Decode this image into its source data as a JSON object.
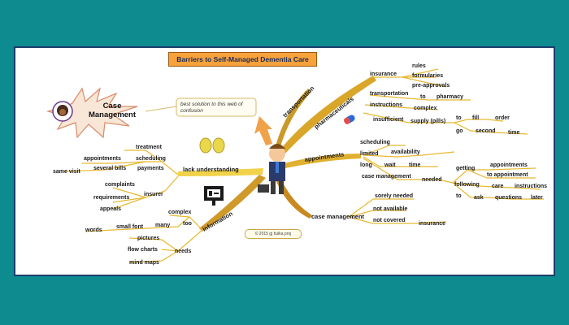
{
  "title": "Barriers to Self-Managed Dementia Care",
  "case_management_bubble": {
    "label": "Case Management",
    "callout": "best solution to this web of confusion"
  },
  "copyright": "© 2015 gj hulka proj",
  "branches": {
    "transportation": "transportation",
    "pharmaceuticals": "pharmaceuticals",
    "appointments": "appointments",
    "case_management": "case management",
    "information": "information",
    "lack_understanding": "lack understanding"
  },
  "pharma": {
    "insurance": "insurance",
    "rules": "rules",
    "formularies": "formularies",
    "pre_approvals": "pre-approvals",
    "transportation": "transportation",
    "to": "to",
    "pharmacy": "pharmacy",
    "instructions": "instructions",
    "complex": "complex",
    "insufficient": "insufficient",
    "supply": "supply (pills)",
    "to2": "to",
    "fill": "fill",
    "order": "order",
    "go": "go",
    "second": "second",
    "time": "time"
  },
  "appts": {
    "scheduling": "scheduling",
    "limited": "limited",
    "availability": "availability",
    "long": "long",
    "wait": "wait",
    "time": "time",
    "case_management": "case management",
    "needed": "needed",
    "getting": "getting",
    "appointments": "appointments",
    "to_appointment": "to appointment",
    "following": "following",
    "care": "care",
    "instructions": "instructions",
    "to": "to",
    "ask": "ask",
    "questions": "questions",
    "later": "later"
  },
  "casemgmt": {
    "sorely_needed": "sorely needed",
    "not_available": "not available",
    "not_covered": "not covered",
    "insurance": "insurance"
  },
  "lack": {
    "treatment": "treatment",
    "scheduling": "scheduling",
    "appointments": "appointments",
    "payments": "payments",
    "several_bills": "several bills",
    "same_visit": "same visit",
    "insurer": "insurer",
    "complaints": "complaints",
    "requirements": "requirements",
    "appeals": "appeals"
  },
  "info": {
    "complex": "complex",
    "too": "too",
    "many": "many",
    "small_font": "small font",
    "words": "words",
    "needs": "needs",
    "pictures": "pictures",
    "flow_charts": "flow charts",
    "mind_maps": "mind maps"
  },
  "colors": {
    "background": "#0d8b8e",
    "frame_border": "#1b3d6e",
    "branch": "#e8b830",
    "title_bg": "#f7a23a"
  }
}
